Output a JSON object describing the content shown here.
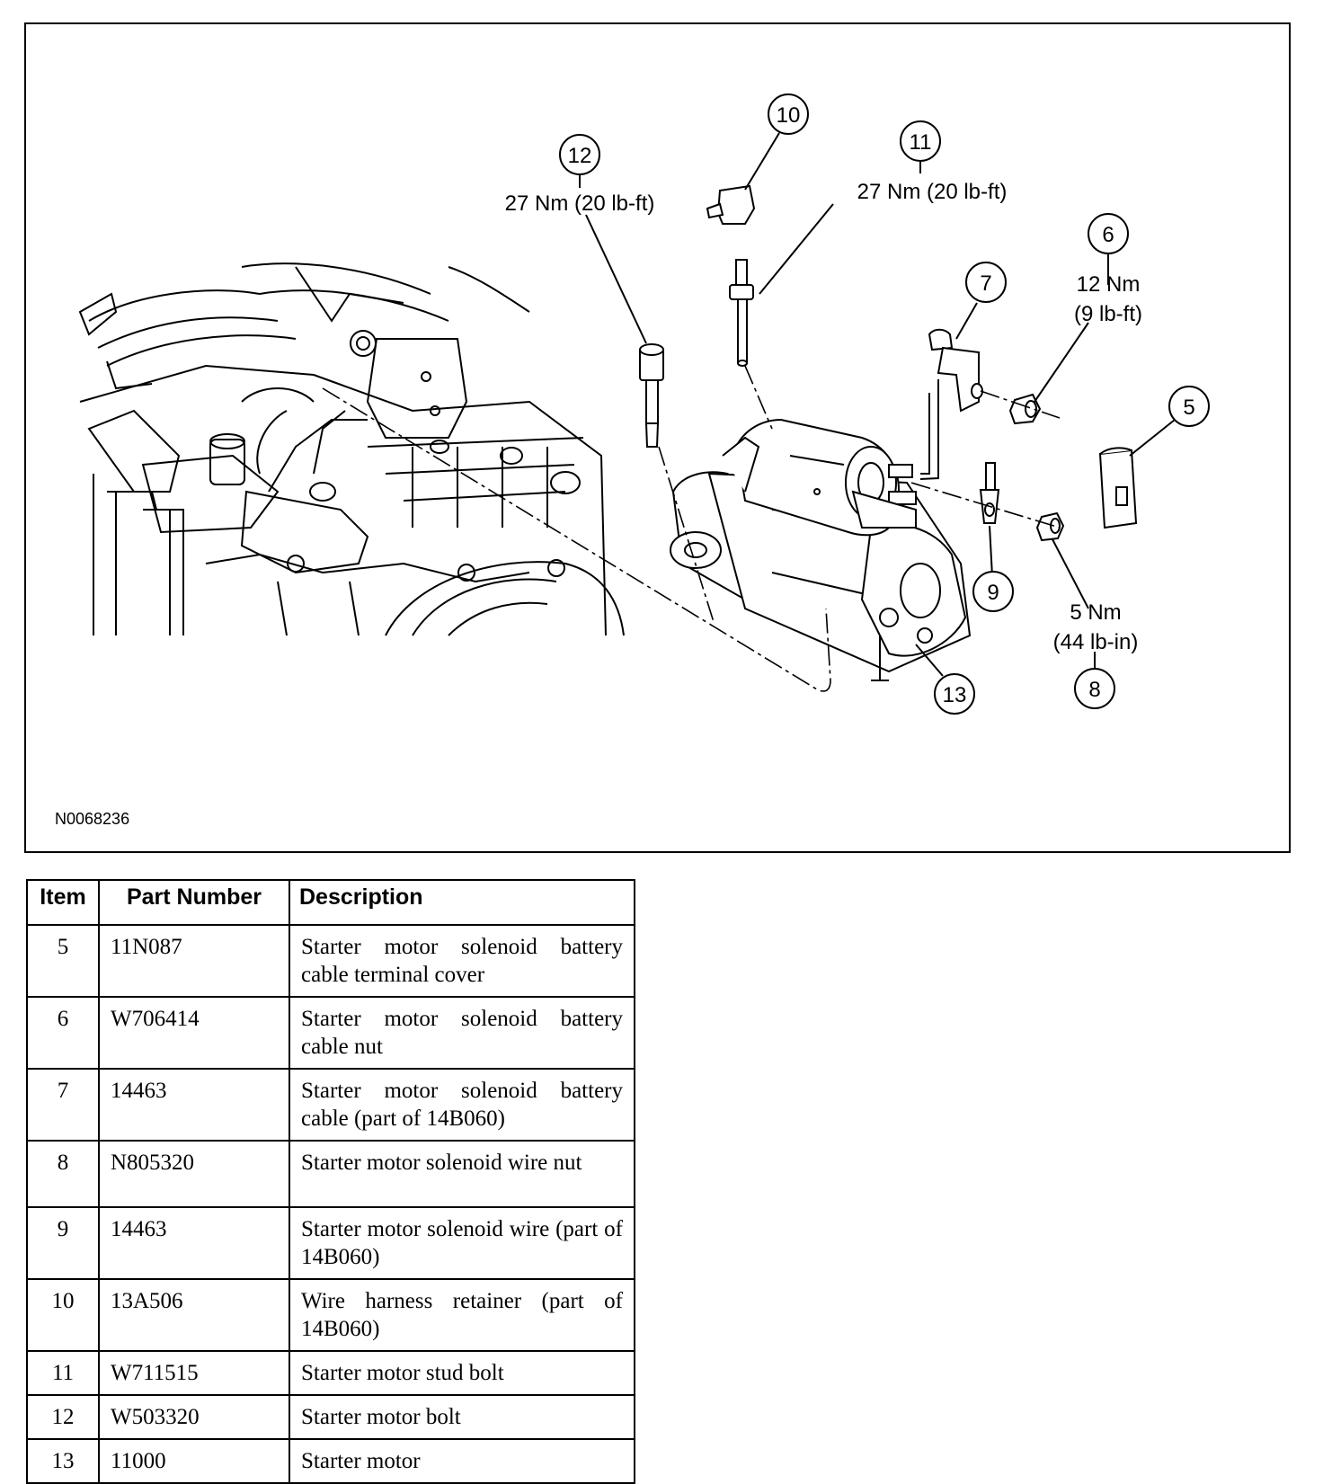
{
  "figure": {
    "id": "N0068236",
    "callouts": [
      {
        "num": "12",
        "torque": [
          "27 Nm (20 lb-ft)"
        ]
      },
      {
        "num": "10",
        "torque": []
      },
      {
        "num": "11",
        "torque": [
          "27 Nm (20 lb-ft)"
        ]
      },
      {
        "num": "6",
        "torque": [
          "12 Nm",
          "(9 lb-ft)"
        ]
      },
      {
        "num": "7",
        "torque": []
      },
      {
        "num": "5",
        "torque": []
      },
      {
        "num": "9",
        "torque": []
      },
      {
        "num": "8",
        "torque": [
          "5 Nm",
          "(44 lb-in)"
        ]
      },
      {
        "num": "13",
        "torque": []
      }
    ]
  },
  "table": {
    "headers": {
      "item": "Item",
      "part": "Part Number",
      "desc": "Description"
    },
    "rows": [
      {
        "item": "5",
        "part": "11N087",
        "desc": "Starter motor solenoid battery cable terminal cover"
      },
      {
        "item": "6",
        "part": "W706414",
        "desc": "Starter motor solenoid battery cable nut"
      },
      {
        "item": "7",
        "part": "14463",
        "desc": "Starter motor solenoid battery cable (part of 14B060)"
      },
      {
        "item": "8",
        "part": "N805320",
        "desc": "Starter motor solenoid wire nut"
      },
      {
        "item": "9",
        "part": "14463",
        "desc": "Starter motor solenoid wire (part of 14B060)"
      },
      {
        "item": "10",
        "part": "13A506",
        "desc": "Wire harness retainer (part of 14B060)"
      },
      {
        "item": "11",
        "part": "W711515",
        "desc": "Starter motor stud bolt"
      },
      {
        "item": "12",
        "part": "W503320",
        "desc": "Starter motor bolt"
      },
      {
        "item": "13",
        "part": "11000",
        "desc": "Starter motor"
      }
    ]
  }
}
